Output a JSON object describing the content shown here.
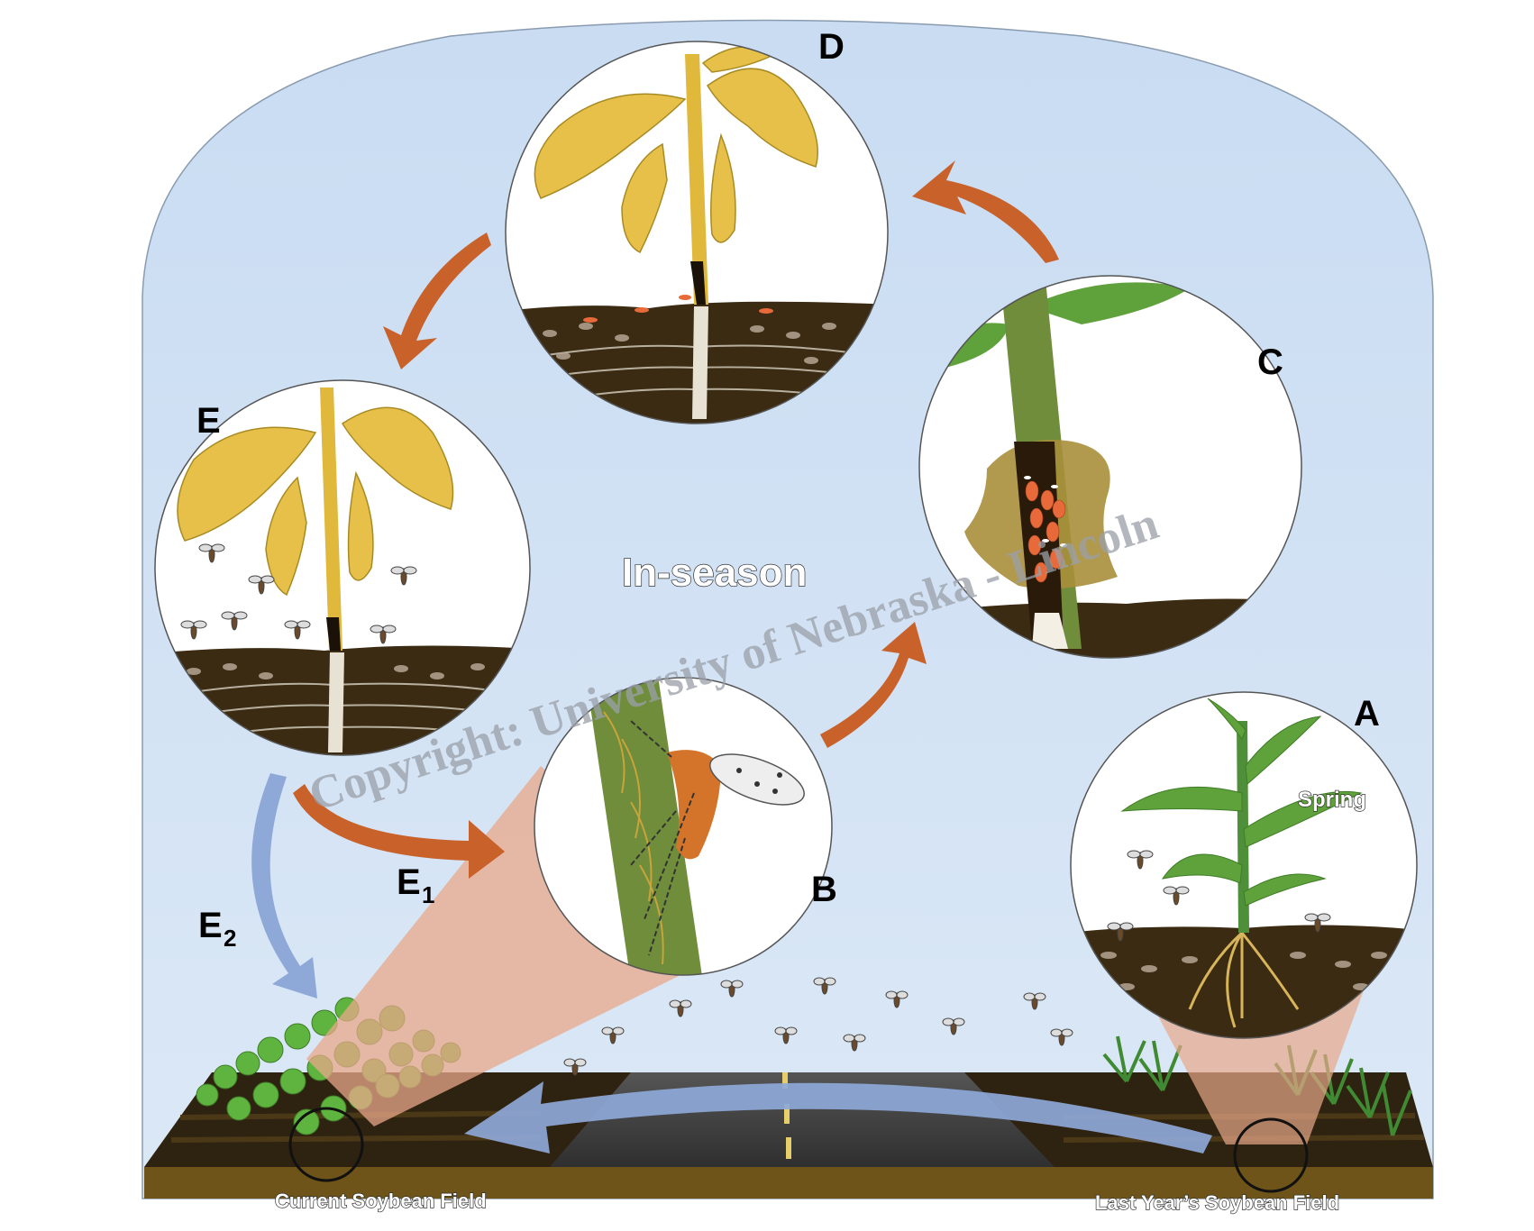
{
  "labels": {
    "a": "A",
    "b": "B",
    "c": "C",
    "d": "D",
    "e": "E",
    "e1_main": "E",
    "e1_sub": "1",
    "e2_main": "E",
    "e2_sub": "2",
    "in_season": "In-season",
    "spring": "Spring",
    "current_field": "Current Soybean Field",
    "last_field": "Last Year’s Soybean Field",
    "watermark": "Copyright: University of Nebraska - Lincoln"
  },
  "colors": {
    "sky": "#cfe0f3",
    "soil": "#3a2a12",
    "ground": "#6e5418",
    "cycle_arrow": "#c8612a",
    "dispersal_arrow": "#8ea8d8",
    "plant_yellow": "#e7c04a",
    "plant_green": "#5fa13a",
    "road": "#3d3d3d",
    "zoom_cone": "#e8a88a"
  }
}
